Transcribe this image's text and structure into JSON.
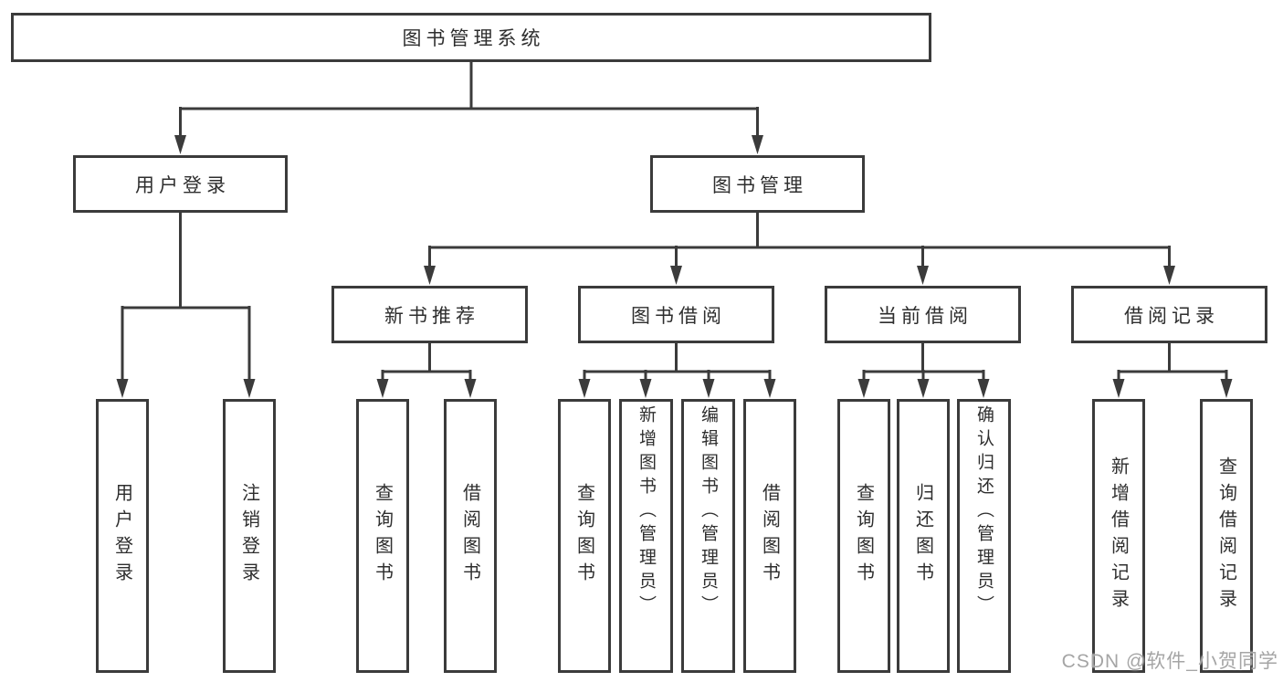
{
  "diagram": {
    "kind": "functional-structure-tree",
    "title": "图书管理系统"
  },
  "nodes": {
    "root": {
      "label": "图书管理系统"
    },
    "user_login": {
      "label": "用户登录"
    },
    "book_mgmt": {
      "label": "图书管理"
    },
    "leaf_user_login": {
      "label": "用户登录"
    },
    "leaf_logout": {
      "label": "注销登录"
    },
    "new_book_rec": {
      "label": "新书推荐"
    },
    "book_borrow": {
      "label": "图书借阅"
    },
    "current_borrow": {
      "label": "当前借阅"
    },
    "borrow_record": {
      "label": "借阅记录"
    },
    "nbr_query_book": {
      "label": "查询图书"
    },
    "nbr_borrow_book": {
      "label": "借阅图书"
    },
    "bb_query_book": {
      "label": "查询图书"
    },
    "bb_add_book": {
      "label": "新增图书（管理员）"
    },
    "bb_edit_book": {
      "label": "编辑图书（管理员）"
    },
    "bb_borrow_book": {
      "label": "借阅图书"
    },
    "cb_query_book": {
      "label": "查询图书"
    },
    "cb_return_book": {
      "label": "归还图书"
    },
    "cb_confirm_return": {
      "label": "确认归还（管理员）"
    },
    "br_add_record": {
      "label": "新增借阅记录"
    },
    "br_query_record": {
      "label": "查询借阅记录"
    }
  },
  "structure": {
    "图书管理系统": {
      "用户登录": [
        "用户登录",
        "注销登录"
      ],
      "图书管理": {
        "新书推荐": [
          "查询图书",
          "借阅图书"
        ],
        "图书借阅": [
          "查询图书",
          "新增图书（管理员）",
          "编辑图书（管理员）",
          "借阅图书"
        ],
        "当前借阅": [
          "查询图书",
          "归还图书",
          "确认归还（管理员）"
        ],
        "借阅记录": [
          "新增借阅记录",
          "查询借阅记录"
        ]
      }
    }
  },
  "watermark": "CSDN @软件_小贺同学",
  "colors": {
    "line": "#3b3b3b",
    "text": "#2e2e2e",
    "box_background": "#ffffff",
    "page_background": "#ffffff",
    "watermark": "#a5a5a5"
  }
}
